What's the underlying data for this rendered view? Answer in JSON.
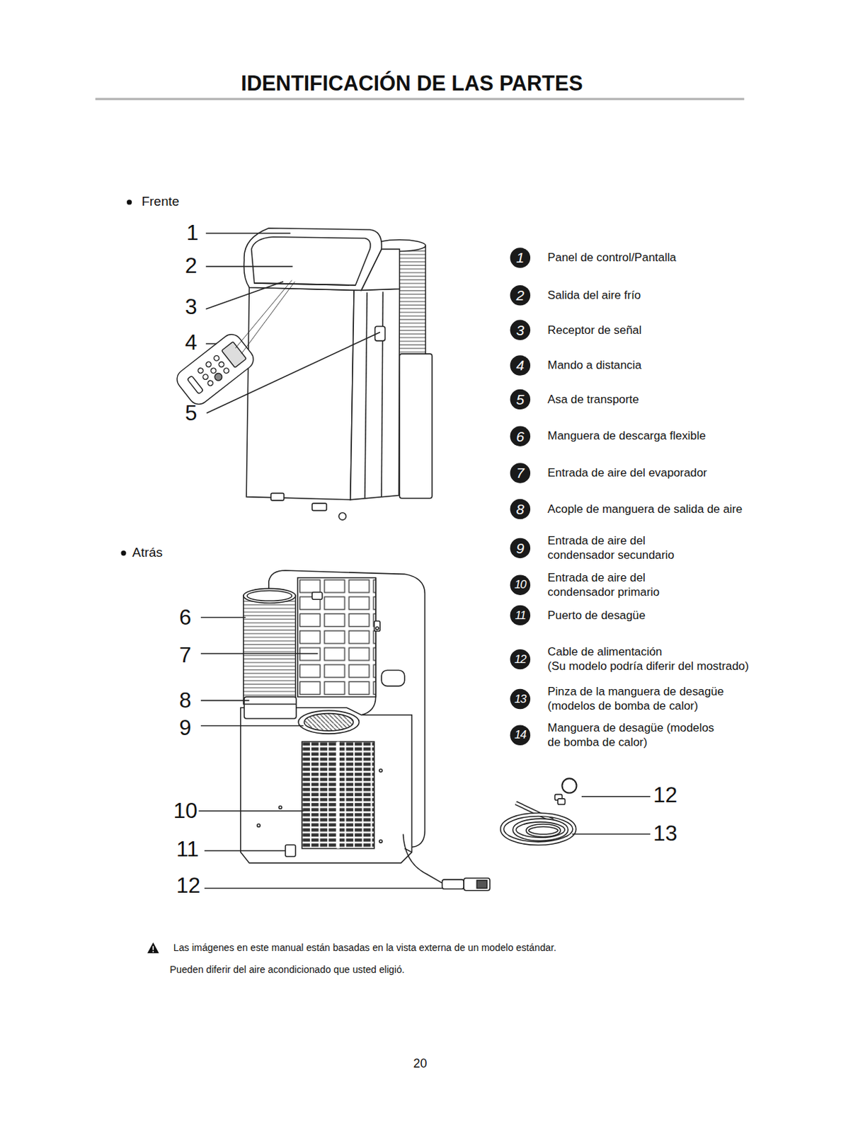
{
  "diagram": {
    "title": "IDENTIFICACIÓN DE LAS PARTES",
    "nodes": [
      {
        "text": [
          "1",
          "Panel de control/Pantalla"
        ]
      },
      {
        "text": [
          "2",
          "Salida del aire frío"
        ]
      },
      {
        "text": [
          "3",
          "Receptor de señal"
        ]
      },
      {
        "text": [
          "4",
          "Mando a distancia"
        ]
      },
      {
        "text": [
          "5",
          "Asa de transporte"
        ]
      },
      {
        "text": [
          "6",
          "Manguera de descarga flexible"
        ]
      },
      {
        "text": [
          "7",
          "Entrada de aire del evaporador"
        ]
      },
      {
        "text": [
          "8",
          "Acople de manguera de salida de aire"
        ]
      },
      {
        "text": [
          "9",
          "Entrada de aire del condensador secundario"
        ]
      },
      {
        "text": [
          "10",
          "Entrada de aire del condensador primario"
        ]
      },
      {
        "text": [
          "11",
          "Puerto de desagüe"
        ]
      },
      {
        "text": [
          "12",
          "Cable de alimentación",
          "(Su modelo podría diferir del mostrado)"
        ]
      },
      {
        "text": [
          "13",
          "Pinza de la manguera de desagüe",
          "(modelos de bomba de calor)"
        ]
      },
      {
        "text": [
          "14",
          "Manguera de desagüe (modelos de bomba de calor)"
        ]
      }
    ],
    "labels": [
      "Frente",
      "1",
      "2",
      "3",
      "4",
      "5",
      "Atrás",
      "6",
      "7",
      "8",
      "9",
      "10",
      "11",
      "12",
      "12",
      "13",
      "Las imágenes en este manual están basadas en la vista externa de un modelo estándar.",
      "Pueden diferir del aire acondicionado que usted eligió.",
      "20"
    ]
  }
}
